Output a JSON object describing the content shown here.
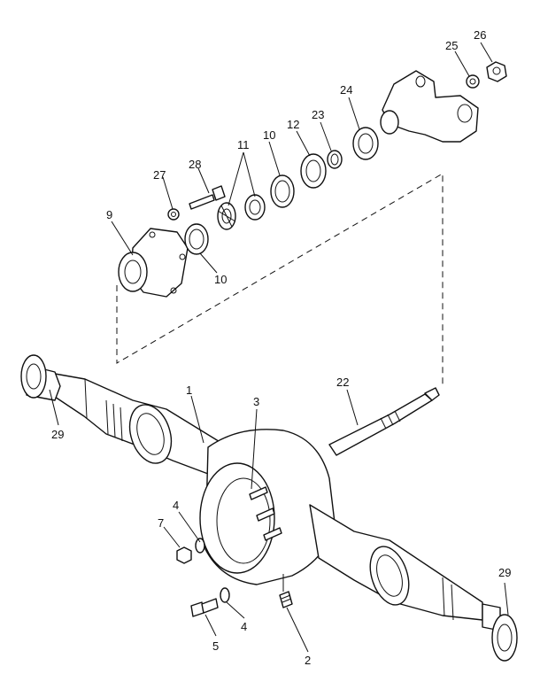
{
  "callouts": {
    "c1": "1",
    "c2": "2",
    "c3": "3",
    "c4a": "4",
    "c4b": "4",
    "c5": "5",
    "c7": "7",
    "c9": "9",
    "c10a": "10",
    "c10b": "10",
    "c11": "11",
    "c12": "12",
    "c22": "22",
    "c23": "23",
    "c24": "24",
    "c25": "25",
    "c26": "26",
    "c27": "27",
    "c28": "28",
    "c29a": "29",
    "c29b": "29"
  }
}
